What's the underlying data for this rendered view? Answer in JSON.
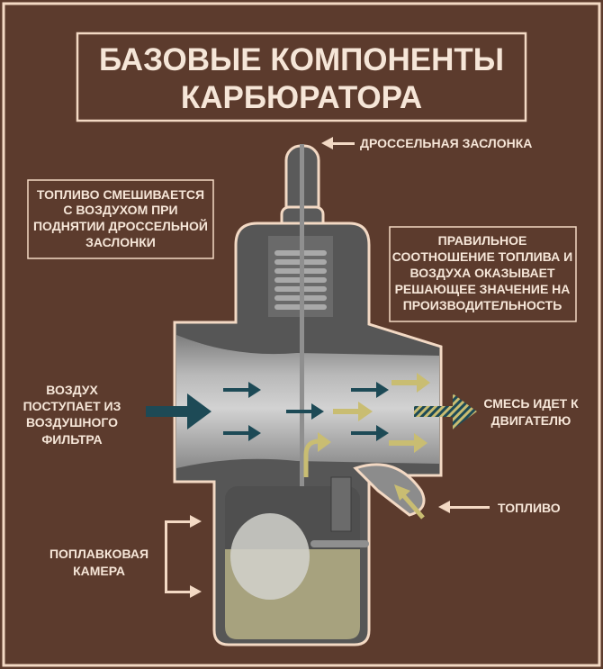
{
  "title": {
    "line1": "БАЗОВЫЕ КОМПОНЕНТЫ",
    "line2": "КАРБЮРАТОРА"
  },
  "labels": {
    "throttle": "ДРОССЕЛЬНАЯ ЗАСЛОНКА",
    "mix_note": [
      "ТОПЛИВО СМЕШИВАЕТСЯ",
      "С ВОЗДУХОМ ПРИ",
      "ПОДНЯТИИ ДРОССЕЛЬНОЙ",
      "ЗАСЛОНКИ"
    ],
    "ratio_note": [
      "ПРАВИЛЬНОЕ",
      "СООТНОШЕНИЕ ТОПЛИВА И",
      "ВОЗДУХА ОКАЗЫВАЕТ",
      "РЕШАЮЩЕЕ ЗНАЧЕНИЕ НА",
      "ПРОИЗВОДИТЕЛЬНОСТЬ"
    ],
    "air_in": [
      "ВОЗДУХ",
      "ПОСТУПАЕТ ИЗ",
      "ВОЗДУШНОГО",
      "ФИЛЬТРА"
    ],
    "mix_out": [
      "СМЕСЬ ИДЕТ К",
      "ДВИГАТЕЛЮ"
    ],
    "fuel": "ТОПЛИВО",
    "float_chamber": [
      "ПОПЛАВКОВАЯ",
      "КАМЕРА"
    ]
  },
  "colors": {
    "background": "#5c3b2d",
    "frame": "#f3d9c4",
    "air": "#1d4a56",
    "fuel": "#c9bd72",
    "body": "#565656"
  }
}
